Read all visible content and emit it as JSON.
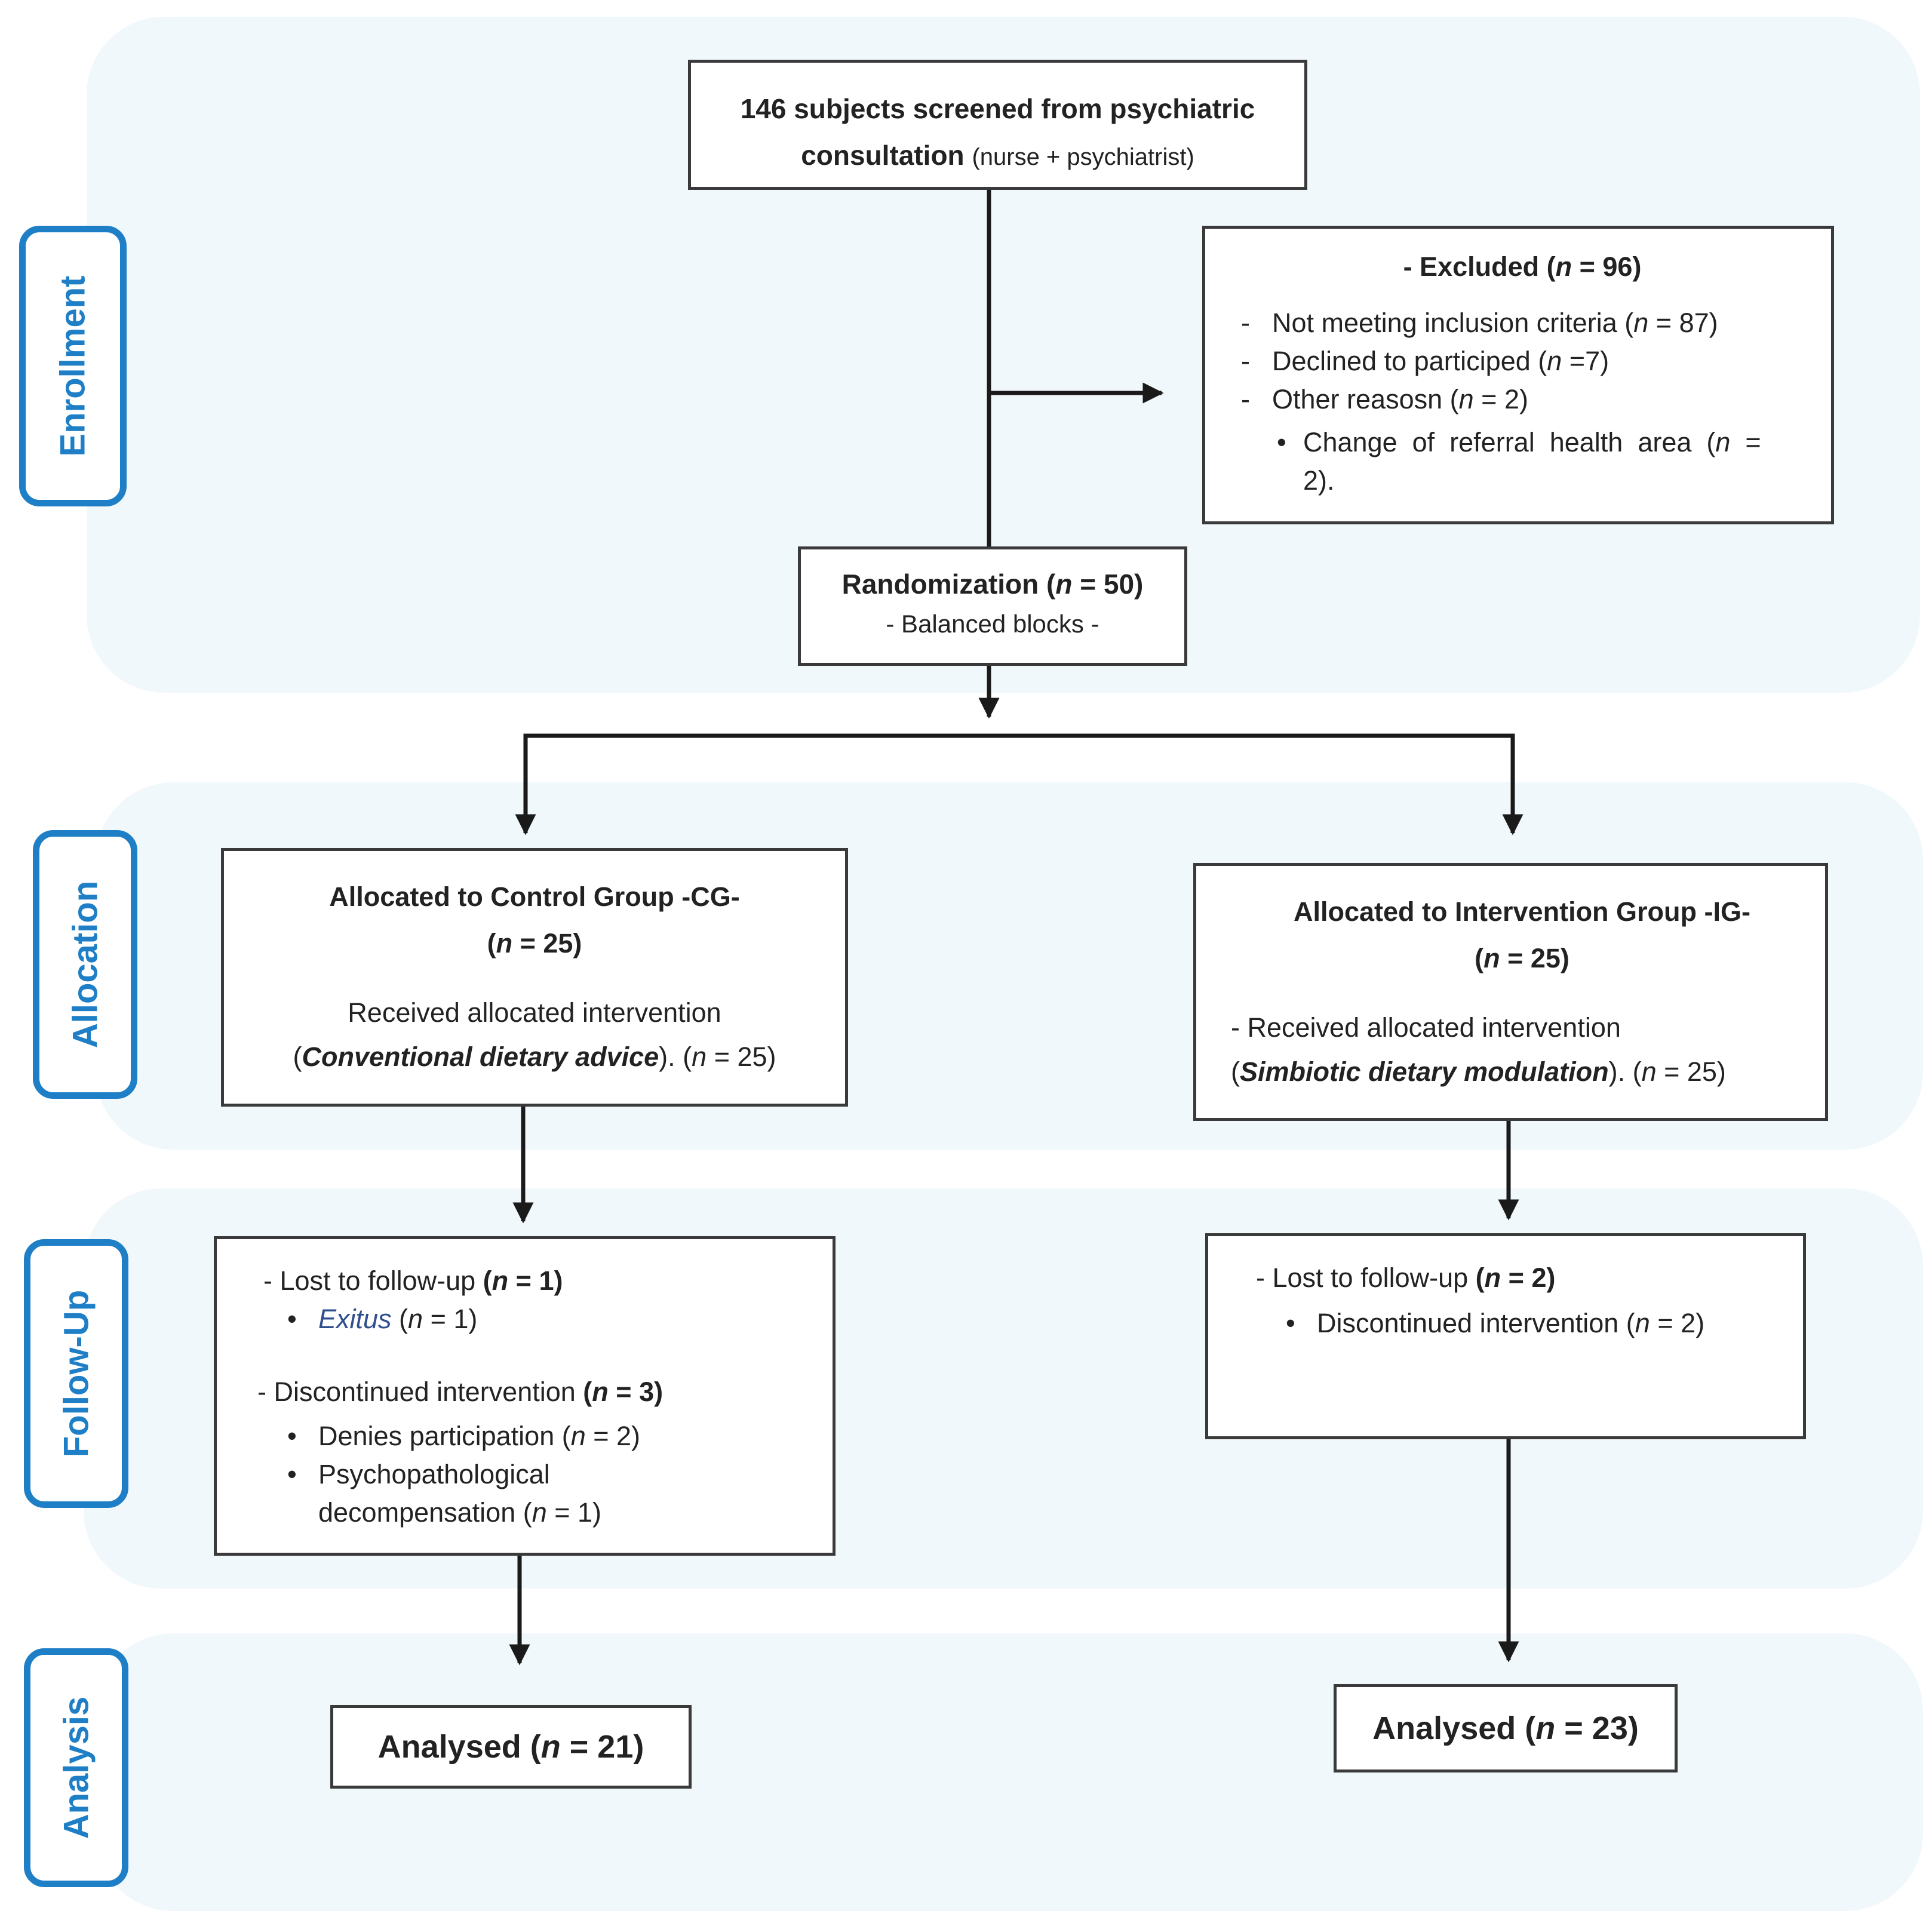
{
  "stages": {
    "enrollment": "Enrollment",
    "allocation": "Allocation",
    "follow_up": "Follow-Up",
    "analysis": "Analysis"
  },
  "screened": {
    "count_text": "146 subjects screened from psychiatric",
    "line2_bold": "consultation",
    "line2_note": "(nurse + psychiatrist)"
  },
  "excluded": {
    "title_prefix": "- Excluded (",
    "n": "n",
    "title_suffix": " = 96)",
    "items": [
      {
        "dash": "-",
        "label": "Not meeting inclusion criteria (",
        "value": " = 87)"
      },
      {
        "dash": "-",
        "label": "Declined to participed (",
        "value": " =7)"
      },
      {
        "dash": "-",
        "label": "Other reasosn (",
        "value": " = 2)"
      }
    ],
    "sub_bullet": "•",
    "sub_label_1": "Change  of  referral  health  area  (",
    "sub_value_1": "  =",
    "sub_label_2": "2)."
  },
  "randomization": {
    "title_prefix": "Randomization (",
    "title_suffix": " = 50)",
    "subtitle": "- Balanced blocks -"
  },
  "control": {
    "title": "Allocated to Control Group -CG-",
    "n_prefix": "(",
    "n_suffix": " = 25)",
    "received": "Received allocated intervention",
    "open_paren": "(",
    "intervention": "Conventional dietary advice",
    "close": "). (",
    "count_suffix": " = 25)"
  },
  "intervention": {
    "title": "Allocated to Intervention Group -IG-",
    "n_prefix": "(",
    "n_suffix": " = 25)",
    "received": "- Received allocated intervention",
    "open_paren": "(",
    "intervention": "Simbiotic dietary modulation",
    "close": "). (",
    "count_suffix": " = 25)"
  },
  "followup_cg": {
    "lost_label": "- Lost to follow-up ",
    "lost_value_prefix": "(",
    "lost_value_suffix": " = 1)",
    "bullet": "•",
    "exitus": "Exitus",
    "exitus_value_prefix": " (",
    "exitus_value_suffix": " = 1)",
    "discontinued_label": "- Discontinued intervention ",
    "discontinued_value_prefix": "(",
    "discontinued_value_suffix": " = 3)",
    "denies": "Denies participation (",
    "denies_suffix": " = 2)",
    "psycho_1": "Psychopathological",
    "psycho_2": "decompensation (",
    "psycho_suffix": " = 1)"
  },
  "followup_ig": {
    "lost_label": "- Lost to follow-up ",
    "lost_value_prefix": "(",
    "lost_value_suffix": " = 2)",
    "bullet": "•",
    "discontinued": "Discontinued intervention (",
    "discontinued_suffix": " = 2)"
  },
  "analysed_cg": {
    "prefix": "Analysed (",
    "suffix": " = 21)"
  },
  "analysed_ig": {
    "prefix": "Analysed (",
    "suffix": " = 23)"
  },
  "colors": {
    "stage_blue": "#1f7fc6",
    "band_fill": "#f1f8fc",
    "exitus_blue": "#2f4f8f"
  }
}
